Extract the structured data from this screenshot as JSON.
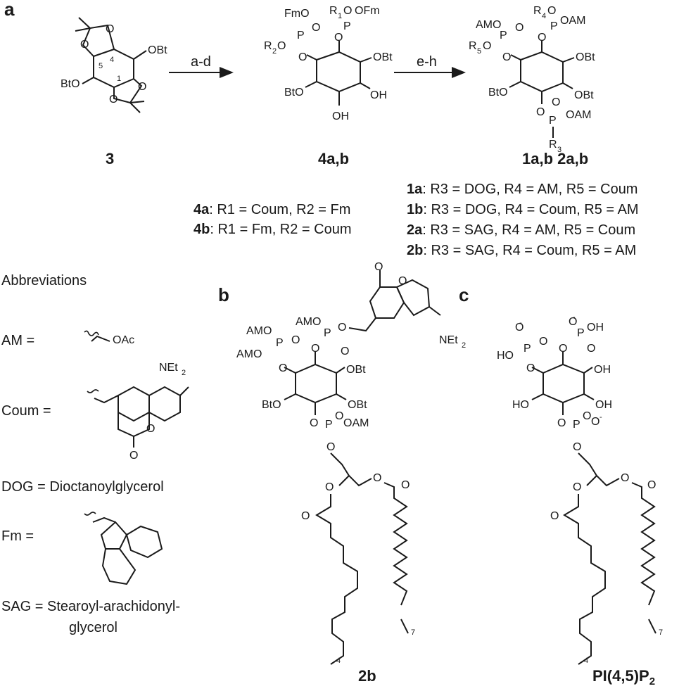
{
  "panels": {
    "a": "a",
    "b": "b",
    "c": "c"
  },
  "compounds": {
    "c3": "3",
    "c4": "4a,b",
    "c1": "1a,b 2a,b",
    "c2b": "2b",
    "pi": "PI(4,5)P",
    "pi_sub": "2"
  },
  "reactions": {
    "step1": "a-d",
    "step2": "e-h"
  },
  "defs4": [
    {
      "id": "4a",
      "text": ": R1 = Coum, R2 = Fm"
    },
    {
      "id": "4b",
      "text": ": R1 = Fm, R2 = Coum"
    }
  ],
  "defs1": [
    {
      "id": "1a",
      "text": ": R3 = DOG, R4 = AM, R5 = Coum"
    },
    {
      "id": "1b",
      "text": ": R3 = DOG, R4 = Coum, R5 = AM"
    },
    {
      "id": "2a",
      "text": ": R3 = SAG, R4 = AM, R5 = Coum"
    },
    {
      "id": "2b",
      "text": ": R3 = SAG, R4 = Coum, R5 = AM"
    }
  ],
  "abbrev": {
    "title": "Abbreviations",
    "am": "AM =",
    "am_group": "OAc",
    "coum": "Coum =",
    "net2": "NEt",
    "dog": "DOG = Dioctanoylglycerol",
    "fm": "Fm =",
    "sag1": "SAG = Stearoyl-arachidonyl-",
    "sag2": "glycerol"
  },
  "atoms": {
    "obt": "OBt",
    "bto": "BtO",
    "oh": "OH",
    "ho": "HO",
    "o": "O",
    "p": "P",
    "fmo": "FmO",
    "ofm": "OFm",
    "amo": "AMO",
    "oam": "OAM",
    "r1": "R",
    "r2": "R",
    "r3": "R",
    "r4": "R",
    "r5": "R",
    "n1": "1",
    "n2": "2",
    "n3": "3",
    "n4": "4",
    "n5": "5",
    "c4": "4",
    "c5": "5",
    "c1": "1",
    "net2": "NEt",
    "two": "2",
    "minus": "-",
    "seven": "7",
    "four": "4"
  }
}
